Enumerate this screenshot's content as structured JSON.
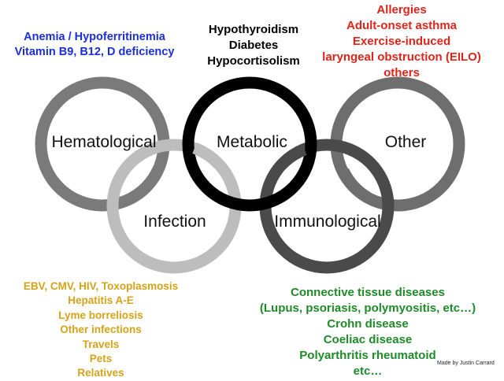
{
  "rings": [
    {
      "id": "hematological",
      "label": "Hematological",
      "color": "#7a7a7a"
    },
    {
      "id": "infection",
      "label": "Infection",
      "color": "#bdbdbd"
    },
    {
      "id": "metabolic",
      "label": "Metabolic",
      "color": "#000000"
    },
    {
      "id": "immunological",
      "label": "Immunological",
      "color": "#4a4a4a"
    },
    {
      "id": "other",
      "label": "Other",
      "color": "#6e6e6e"
    }
  ],
  "notes": {
    "hematological": {
      "color": "#1a2fd6",
      "lines": [
        "Anemia / Hypoferritinemia",
        "Vitamin B9, B12, D deficiency"
      ]
    },
    "metabolic": {
      "color": "#000000",
      "lines": [
        "Hypothyroidism",
        "Diabetes",
        "Hypocortisolism"
      ]
    },
    "other": {
      "color": "#e2231a",
      "lines": [
        "Allergies",
        "Adult-onset asthma",
        "Exercise-induced",
        "laryngeal obstruction (EILO)",
        "others"
      ]
    },
    "infection": {
      "color": "#d6a217",
      "lines": [
        "EBV, CMV, HIV, Toxoplasmosis",
        "Hepatitis A-E",
        "Lyme borreliosis",
        "Other infections",
        "Travels",
        "Pets",
        "Relatives"
      ]
    },
    "immunological": {
      "color": "#1f8a2a",
      "lines": [
        "Connective tissue diseases",
        "(Lupus, psoriasis, polymyositis, etc…)",
        "Crohn disease",
        "Coeliac disease",
        "Polyarthritis rheumatoid",
        "etc…"
      ]
    }
  },
  "credit": "Made by Justin Carrard"
}
